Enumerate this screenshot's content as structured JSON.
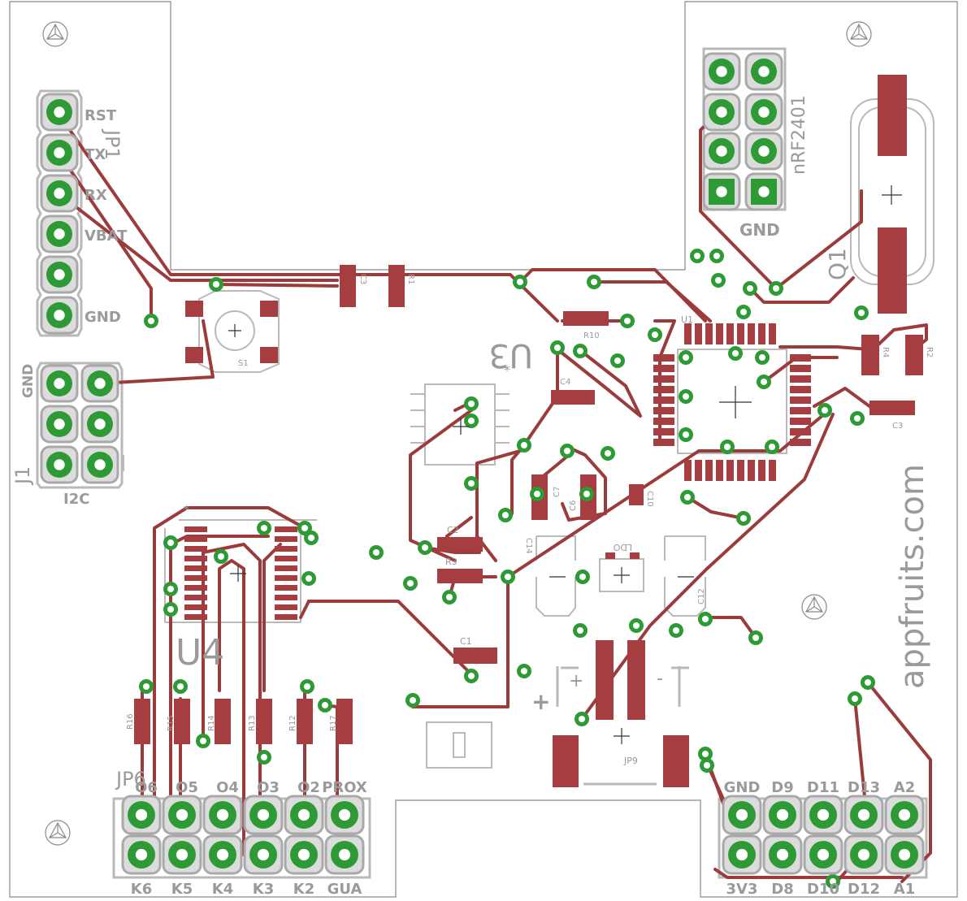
{
  "board": {
    "logo_text": "appfruits.com",
    "components": {
      "jp1": {
        "name": "JP1",
        "pins": [
          "RST",
          "TX",
          "RX",
          "VBAT",
          "",
          "GND"
        ]
      },
      "j1": {
        "name": "J1",
        "caption": "I2C",
        "side_label": "GND"
      },
      "jp6": {
        "name": "JP6",
        "top_labels": [
          "O6",
          "O5",
          "O4",
          "O3",
          "O2",
          "PROX"
        ],
        "bottom_labels": [
          "K6",
          "K5",
          "K4",
          "K3",
          "K2",
          "GUA"
        ]
      },
      "nrf": {
        "name": "nRF2401",
        "caption": "GND"
      },
      "q1": "Q1",
      "u3": "U3",
      "u4": "U4",
      "u1": "U1",
      "ldo": "LDO",
      "jp9": "JP9",
      "s1": "S1",
      "right_header": {
        "top_labels": [
          "GND",
          "D9",
          "D11",
          "D13",
          "A2"
        ],
        "bottom_labels": [
          "3V3",
          "D8",
          "D10",
          "D12",
          "A1"
        ]
      },
      "small_labels": {
        "c3a": "C3",
        "r1": "R1",
        "r10": "R10",
        "c4": "C4",
        "c2": "C2",
        "r3": "R3",
        "c1": "C1",
        "c7": "C7",
        "c6": "C6",
        "c10": "C10",
        "c14": "C14",
        "c12": "C12",
        "r16": "R16",
        "r15": "R15",
        "r14": "R14",
        "r13": "R13",
        "r12": "R12",
        "r17": "R17",
        "r2": "R2",
        "r4": "R4",
        "c3b": "C3"
      }
    },
    "colors": {
      "copper": "#a63d40",
      "via": "#2e9a35",
      "silk": "#9a9a9a"
    }
  }
}
